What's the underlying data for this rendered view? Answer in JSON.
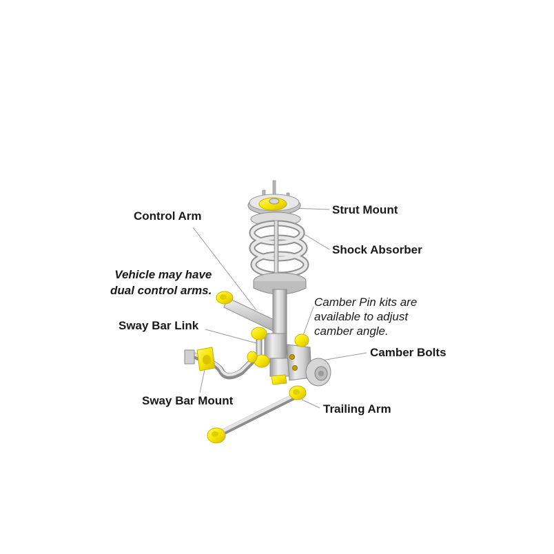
{
  "diagram": {
    "labels": {
      "strut_mount": "Strut Mount",
      "control_arm": "Control Arm",
      "shock_absorber": "Shock Absorber",
      "dual_note": [
        "Vehicle may have",
        "dual control arms."
      ],
      "camber_pin_note": [
        "Camber Pin kits are",
        "available to adjust",
        "camber angle."
      ],
      "sway_bar_link": "Sway Bar Link",
      "camber_bolts": "Camber Bolts",
      "sway_bar_mount": "Sway Bar Mount",
      "trailing_arm": "Trailing Arm"
    },
    "colors": {
      "bushing": "#f7e600",
      "bushing_edge": "#d8c400",
      "metal_light": "#e6e6e6",
      "metal_mid": "#c8c8c8",
      "metal_dark": "#9a9a9a",
      "leader": "#9a9a9a",
      "text": "#1a1a1a"
    }
  }
}
